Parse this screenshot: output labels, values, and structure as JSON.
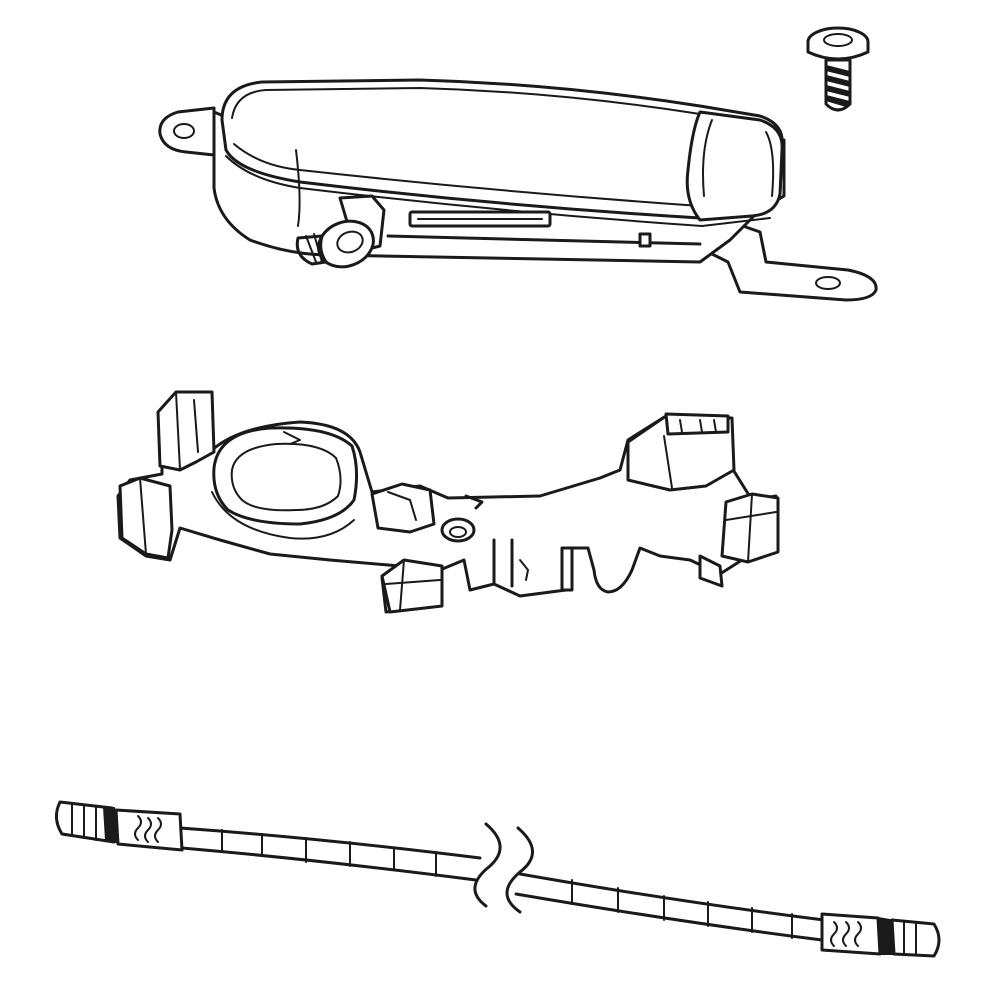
{
  "diagram": {
    "type": "exploded parts illustration",
    "background_color": "#ffffff",
    "line_color": "#1a1a1a",
    "parts": [
      {
        "name": "battery-housing",
        "has_text": false
      },
      {
        "name": "screw",
        "has_text": false
      },
      {
        "name": "mounting-bracket",
        "has_text": false
      },
      {
        "name": "extension-cable",
        "has_text": false
      }
    ]
  }
}
